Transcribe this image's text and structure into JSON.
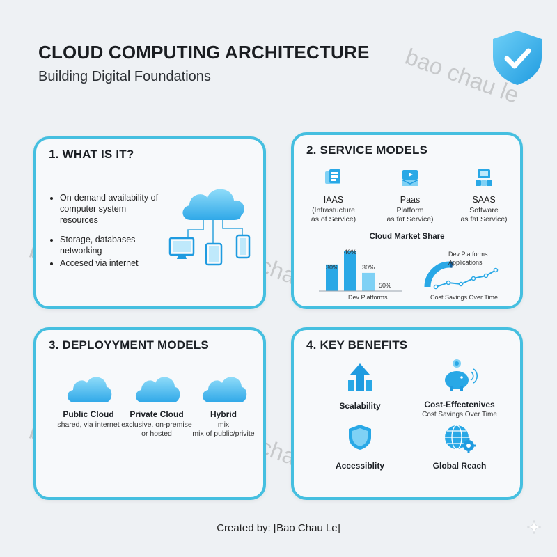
{
  "header": {
    "title": "CLOUD COMPUTING ARCHITECTURE",
    "subtitle": "Building Digital Foundations"
  },
  "what_is_it": {
    "title": "1. WHAT IS IT?",
    "bullets": [
      "On-demand availability of computer system resources",
      "Storage, databases networking",
      "Accesed via internet"
    ]
  },
  "service_models": {
    "title": "2. SERVICE MODELS",
    "items": [
      {
        "name": "IAAS",
        "desc_line1": "(Infrastucture",
        "desc_line2": "as of Service)"
      },
      {
        "name": "Paas",
        "desc_line1": "Platform",
        "desc_line2": "as fat Service)"
      },
      {
        "name": "SAAS",
        "desc_line1": "Software",
        "desc_line2": "as fat Service)"
      }
    ],
    "market_share_title": "Cloud Market Share",
    "bar_labels": [
      "30%",
      "40%",
      "30%",
      "50%"
    ],
    "bar_caption": "Dev Platforms",
    "donut_label_line1": "Dev Platforms",
    "donut_label_line2": "Applications",
    "line_caption": "Cost Savings Over Time"
  },
  "deployment_models": {
    "title": "3. DEPLOYYMENT MODELS",
    "items": [
      {
        "name": "Public Cloud",
        "desc_line1": "shared, via internet",
        "desc_line2": ""
      },
      {
        "name": "Private Cloud",
        "desc_line1": "exclusive, on-premise",
        "desc_line2": "or hosted"
      },
      {
        "name": "Hybrid",
        "desc_line1": "mix",
        "desc_line2": "mix of public/privite"
      }
    ]
  },
  "key_benefits": {
    "title": "4. KEY BENEFITS",
    "items": [
      {
        "name": "Scalability",
        "desc": ""
      },
      {
        "name": "Cost-Effectenives",
        "desc": "Cost Savings Over Time"
      },
      {
        "name": "Accessiblity",
        "desc": ""
      },
      {
        "name": "Global Reach",
        "desc": ""
      }
    ]
  },
  "footer": {
    "credit": "Created by: [Bao Chau Le]"
  },
  "watermark": {
    "text": "bao chau le"
  },
  "colors": {
    "accent": "#45bfe0",
    "icon_blue": "#29a8e6",
    "icon_light": "#7fd1f5"
  },
  "chart_data": {
    "type": "bar",
    "title": "Cloud Market Share",
    "categories": [
      "",
      "",
      "",
      ""
    ],
    "values": [
      30,
      40,
      30,
      50
    ],
    "xlabel": "Dev Platforms",
    "ylabel": "",
    "ylim": [
      0,
      50
    ]
  }
}
